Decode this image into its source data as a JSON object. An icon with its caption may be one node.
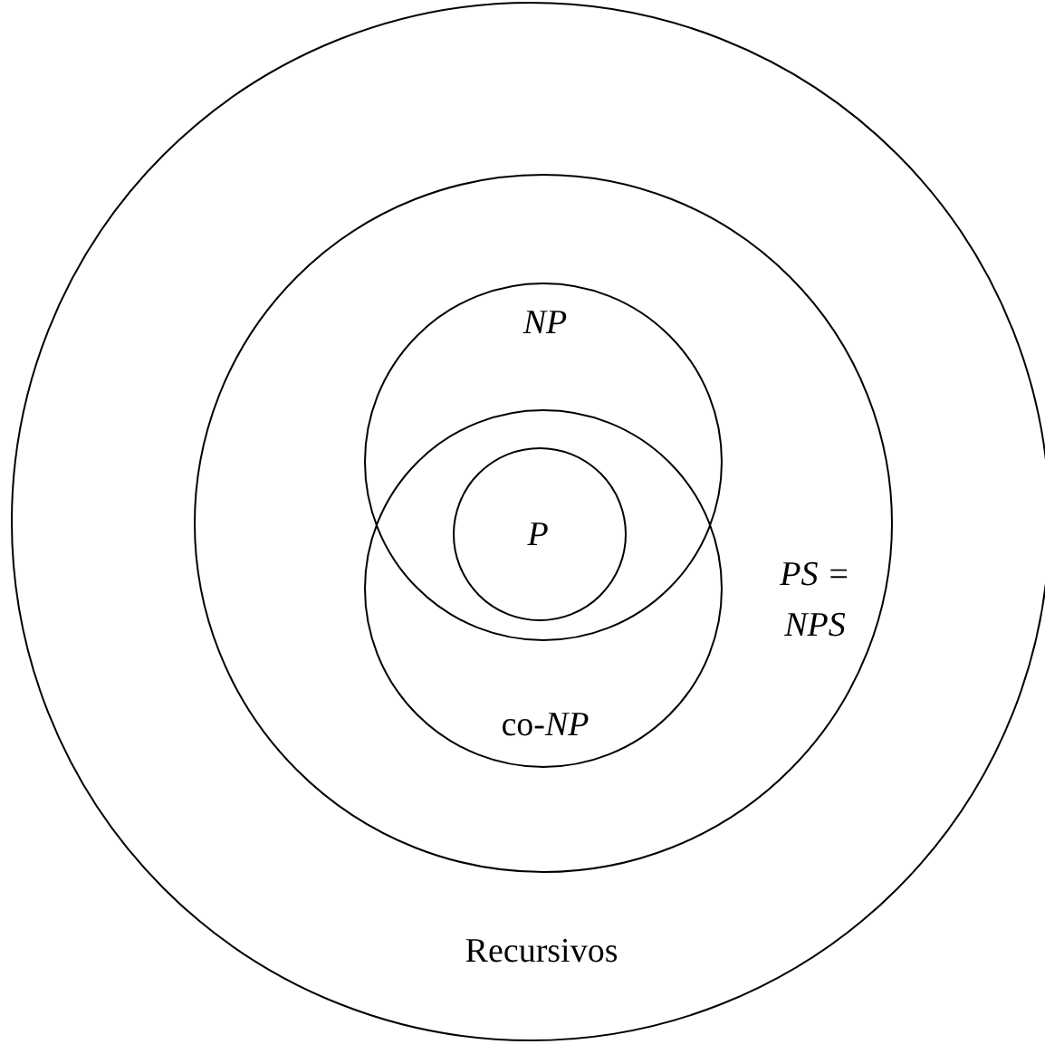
{
  "diagram": {
    "nodes": [
      {
        "text": [
          "Recursivos"
        ]
      },
      {
        "text": [
          "PS = NPS"
        ],
        "in": 0
      },
      {
        "text": [
          "NP"
        ],
        "in": 1
      },
      {
        "text": [
          "co-*NP*"
        ],
        "in": 1
      },
      {
        "text": [
          "P"
        ]
      }
    ]
  }
}
